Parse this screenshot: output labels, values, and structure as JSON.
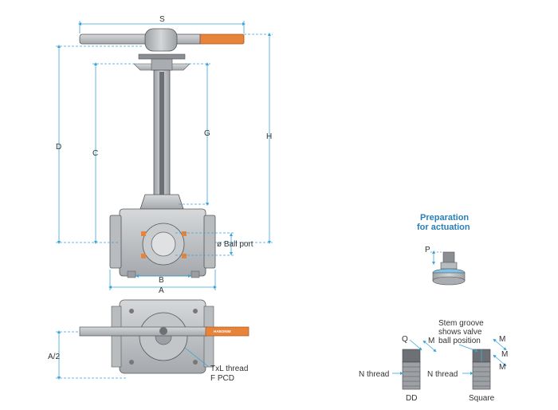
{
  "dimensions": {
    "s": "S",
    "d": "D",
    "c": "C",
    "g": "G",
    "h": "H",
    "b": "B",
    "a": "A",
    "a_half": "A/2"
  },
  "labels": {
    "ball_port": "ø Ball port",
    "txl_thread": "TxL thread",
    "f_pcd": "F PCD",
    "preparation_line1": "Preparation",
    "preparation_line2": "for actuation",
    "p": "P",
    "q": "Q",
    "m_dd": "M",
    "m_sq_top": "M",
    "m_sq_mid": "M",
    "m_sq_bot": "M",
    "stem_groove_1": "Stem groove",
    "stem_groove_2": "shows valve",
    "stem_groove_3": "ball position",
    "n_thread_dd": "N thread",
    "n_thread_sq": "N thread",
    "dd": "DD",
    "square": "Square",
    "brand": "HABONIM"
  },
  "colors": {
    "dimension_line": "#3aa3d8",
    "body_grey": "#b9bcbf",
    "dark_grey": "#6d7074",
    "handle_orange": "#e8833a",
    "title_blue": "#2a7fb8"
  }
}
